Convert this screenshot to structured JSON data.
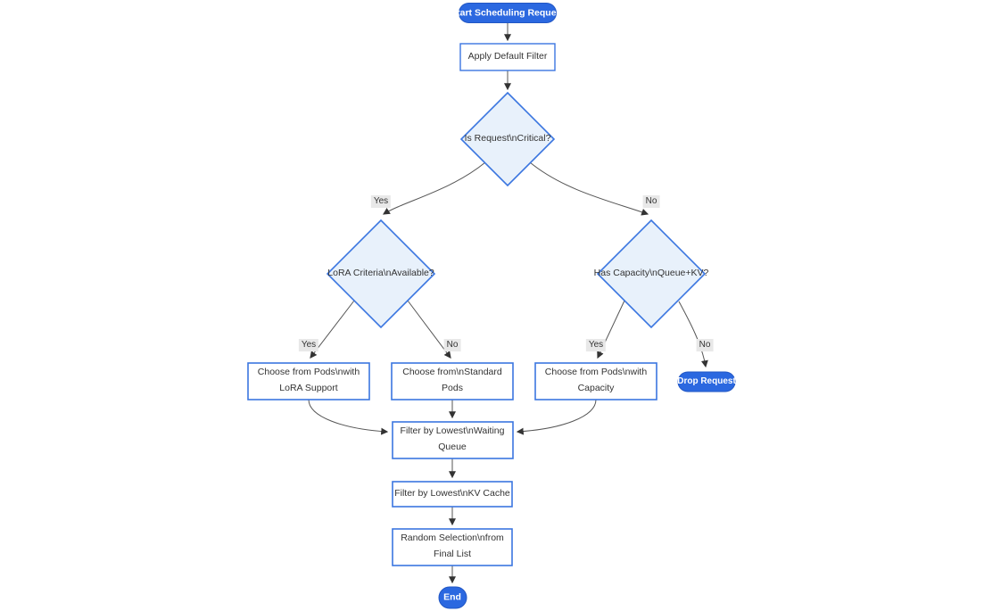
{
  "diagram": {
    "type": "flowchart",
    "nodes": {
      "start": {
        "label": "Start Scheduling Request",
        "shape": "stadium"
      },
      "apply_filter": {
        "label": "Apply Default Filter",
        "shape": "rect"
      },
      "is_critical": {
        "label": "Is Request\\nCritical?",
        "shape": "diamond"
      },
      "lora_criteria": {
        "label": "LoRA Criteria\\nAvailable?",
        "shape": "diamond"
      },
      "has_capacity": {
        "label": "Has Capacity\\nQueue+KV?",
        "shape": "diamond"
      },
      "choose_lora": {
        "label": "Choose from Pods\\nwith LoRA Support",
        "shape": "rect"
      },
      "choose_standard": {
        "label": "Choose from\\nStandard Pods",
        "shape": "rect"
      },
      "choose_capacity": {
        "label": "Choose from Pods\\nwith Capacity",
        "shape": "rect"
      },
      "drop_request": {
        "label": "Drop Request",
        "shape": "stadium"
      },
      "filter_waiting": {
        "label": "Filter by Lowest\\nWaiting Queue",
        "shape": "rect"
      },
      "filter_kv": {
        "label": "Filter by Lowest\\nKV Cache",
        "shape": "rect"
      },
      "random_selection": {
        "label": "Random Selection\\nfrom Final List",
        "shape": "rect"
      },
      "end": {
        "label": "End",
        "shape": "stadium"
      }
    },
    "edge_labels": {
      "critical_yes": "Yes",
      "critical_no": "No",
      "lora_yes": "Yes",
      "lora_no": "No",
      "capacity_yes": "Yes",
      "capacity_no": "No"
    },
    "colors": {
      "accent_fill": "#2b68e0",
      "node_border": "#3b76e0",
      "decision_fill": "#e8f1fb",
      "rect_fill": "#ffffff",
      "edge_line": "#555555",
      "arrowhead": "#333333",
      "edge_label_bg": "#e8e8e8",
      "text": "#333333"
    }
  }
}
